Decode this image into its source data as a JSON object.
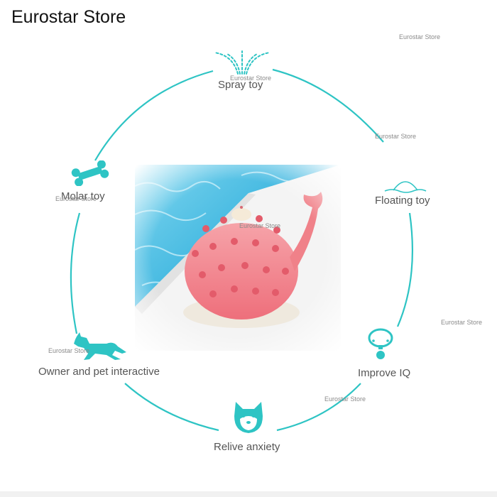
{
  "store": {
    "title": "Eurostar Store"
  },
  "features": {
    "spray": "Spray toy",
    "floating": "Floating toy",
    "molar": "Molar toy",
    "owner": "Owner and pet interactive",
    "iq": "Improve IQ",
    "anxiety": "Relive anxiety"
  },
  "watermark": "Eurostar Store",
  "colors": {
    "accent": "#2ec4c4",
    "toy": "#f27c86",
    "water": "#3cb8e0"
  },
  "icons": [
    "water-spray-icon",
    "floating-wave-icon",
    "bone-icon",
    "running-dog-icon",
    "pet-collar-icon",
    "dog-face-icon"
  ]
}
